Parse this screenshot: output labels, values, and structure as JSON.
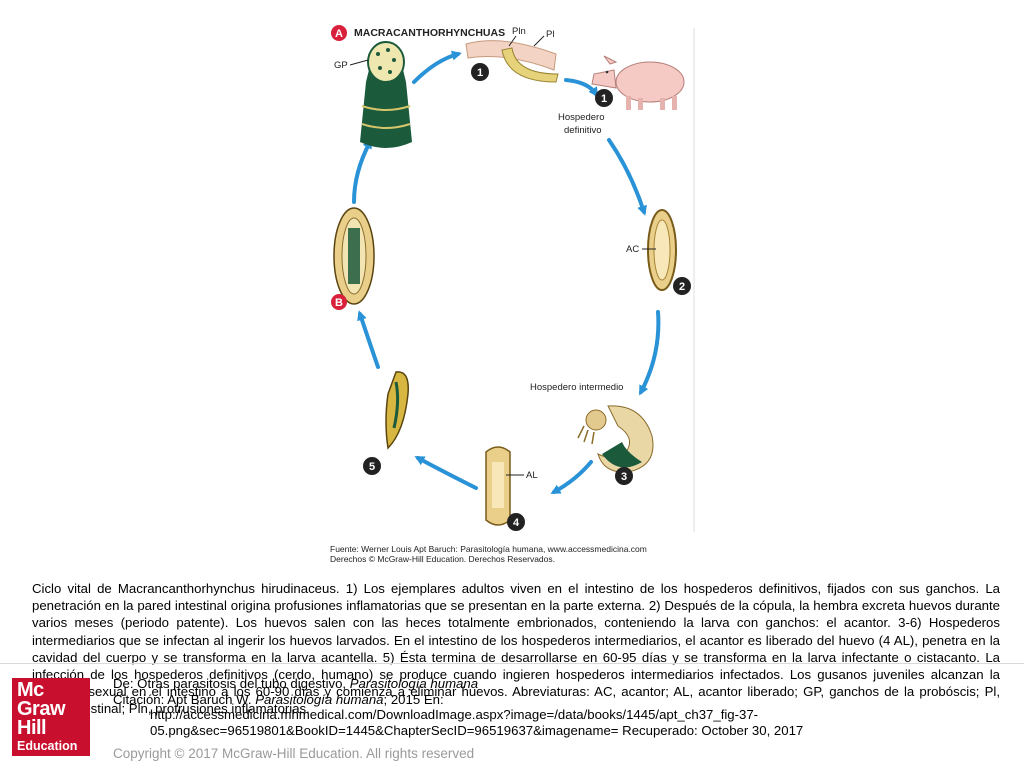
{
  "figure": {
    "title": "MACRACANTHORHYNCHUAS",
    "labels": {
      "A": "A",
      "B": "B",
      "GP": "GP",
      "Pln": "Pln",
      "Pl": "Pl",
      "AC": "AC",
      "AL": "AL",
      "definitive_host_1": "Hospedero",
      "definitive_host_2": "definitivo",
      "intermediate_host": "Hospedero intermedio"
    },
    "steps": {
      "one_a": "1",
      "one_b": "1",
      "two": "2",
      "three": "3",
      "four": "4",
      "five": "5"
    },
    "source_line1": "Fuente: Werner Louis Apt Baruch: Parasitología humana, www.accessmedicina.com",
    "source_line2": "Derechos © McGraw-Hill Education. Derechos Reservados.",
    "colors": {
      "step_red": "#d9203a",
      "arrow_blue": "#2a92d6",
      "worm_green": "#1c5a3c",
      "egg_tan": "#e9cf8a",
      "pig_pink": "#f5c9c4"
    }
  },
  "caption": "Ciclo vital de Macrancanthorhynchus hirudinaceus. 1) Los ejemplares adultos viven en el intestino de los hospederos definitivos, fijados con sus ganchos. La penetración en la pared intestinal origina profusiones inflamatorias que se presentan en la parte externa. 2) Después de la cópula, la hembra excreta huevos durante varios meses (periodo patente). Los huevos salen con las heces totalmente embrionados, conteniendo la larva con ganchos: el acantor. 3-6) Hospederos intermediarios que se infectan al ingerir los huevos larvados. En el intestino de los hospederos intermediarios, el acantor es liberado del huevo (4 AL), penetra en la cavidad del cuerpo y se transforma en la larva acantella. 5) Ésta termina de desarrollarse en 60-95 días y se transforma en la larva infectante o cistacanto. La infección de los hospederos definitivos (cerdo, humano) se produce cuando ingieren hospederos intermediarios infectados. Los gusanos juveniles alcanzan la madurez sexual en el intestino a los 60-90 días y comienza a eliminar huevos. Abreviaturas: AC, acantor; AL, acantor liberado; GP, ganchos de la probóscis; Pl, pared intestinal; Pln, protrusiones inflamatorias.",
  "logo": {
    "line1": "Mc",
    "line2": "Graw",
    "line3": "Hill",
    "line4": "Education"
  },
  "citation": {
    "line1_prefix": "De: Otras parasitosis del tubo digestivo, ",
    "line1_italic": "Parasitología humana",
    "line2_prefix": "Citación: Apt Baruch W. ",
    "line2_italic": "Parasitología humana",
    "line2_suffix": "; 2015 En:",
    "line3": "http://accessmedicina.mhmedical.com/DownloadImage.aspx?image=/data/books/1445/apt_ch37_fig-37-",
    "line4": "05.png&sec=96519801&BookID=1445&ChapterSecID=96519637&imagename= Recuperado: October 30, 2017"
  },
  "copyright": "Copyright © 2017 McGraw-Hill Education. All rights reserved"
}
